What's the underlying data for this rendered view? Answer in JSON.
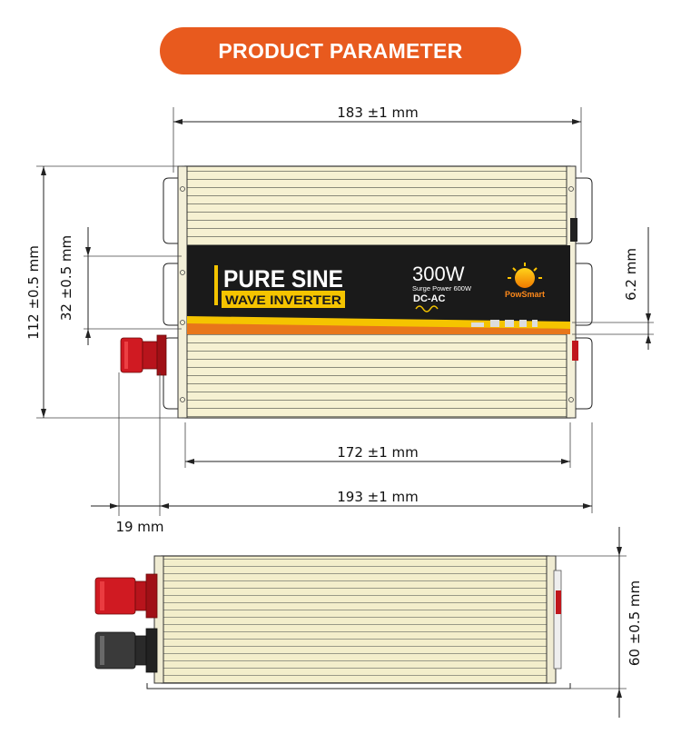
{
  "title": "PRODUCT PARAMETER",
  "colors": {
    "accent": "#e85a1e",
    "label_bg": "#1a1a1a",
    "label_yellow": "#f5c400",
    "body_cream": "#f4efcc",
    "terminal_red": "#d01a22",
    "terminal_dark": "#3a3a3a"
  },
  "label": {
    "line1": "PURE SINE",
    "line2": "WAVE INVERTER",
    "power": "300W",
    "surge": "Surge Power 600W",
    "mode": "DC-AC",
    "brand": "PowSmart"
  },
  "dimensions": {
    "top_width": "183 ±1 mm",
    "body_length": "172 ±1 mm",
    "total_length": "193 ±1 mm",
    "terminal_offset": "19 mm",
    "height": "112 ±0.5 mm",
    "label_height": "32 ±0.5 mm",
    "edge_gap": "6.2 mm",
    "side_height": "60 ±0.5 mm"
  }
}
